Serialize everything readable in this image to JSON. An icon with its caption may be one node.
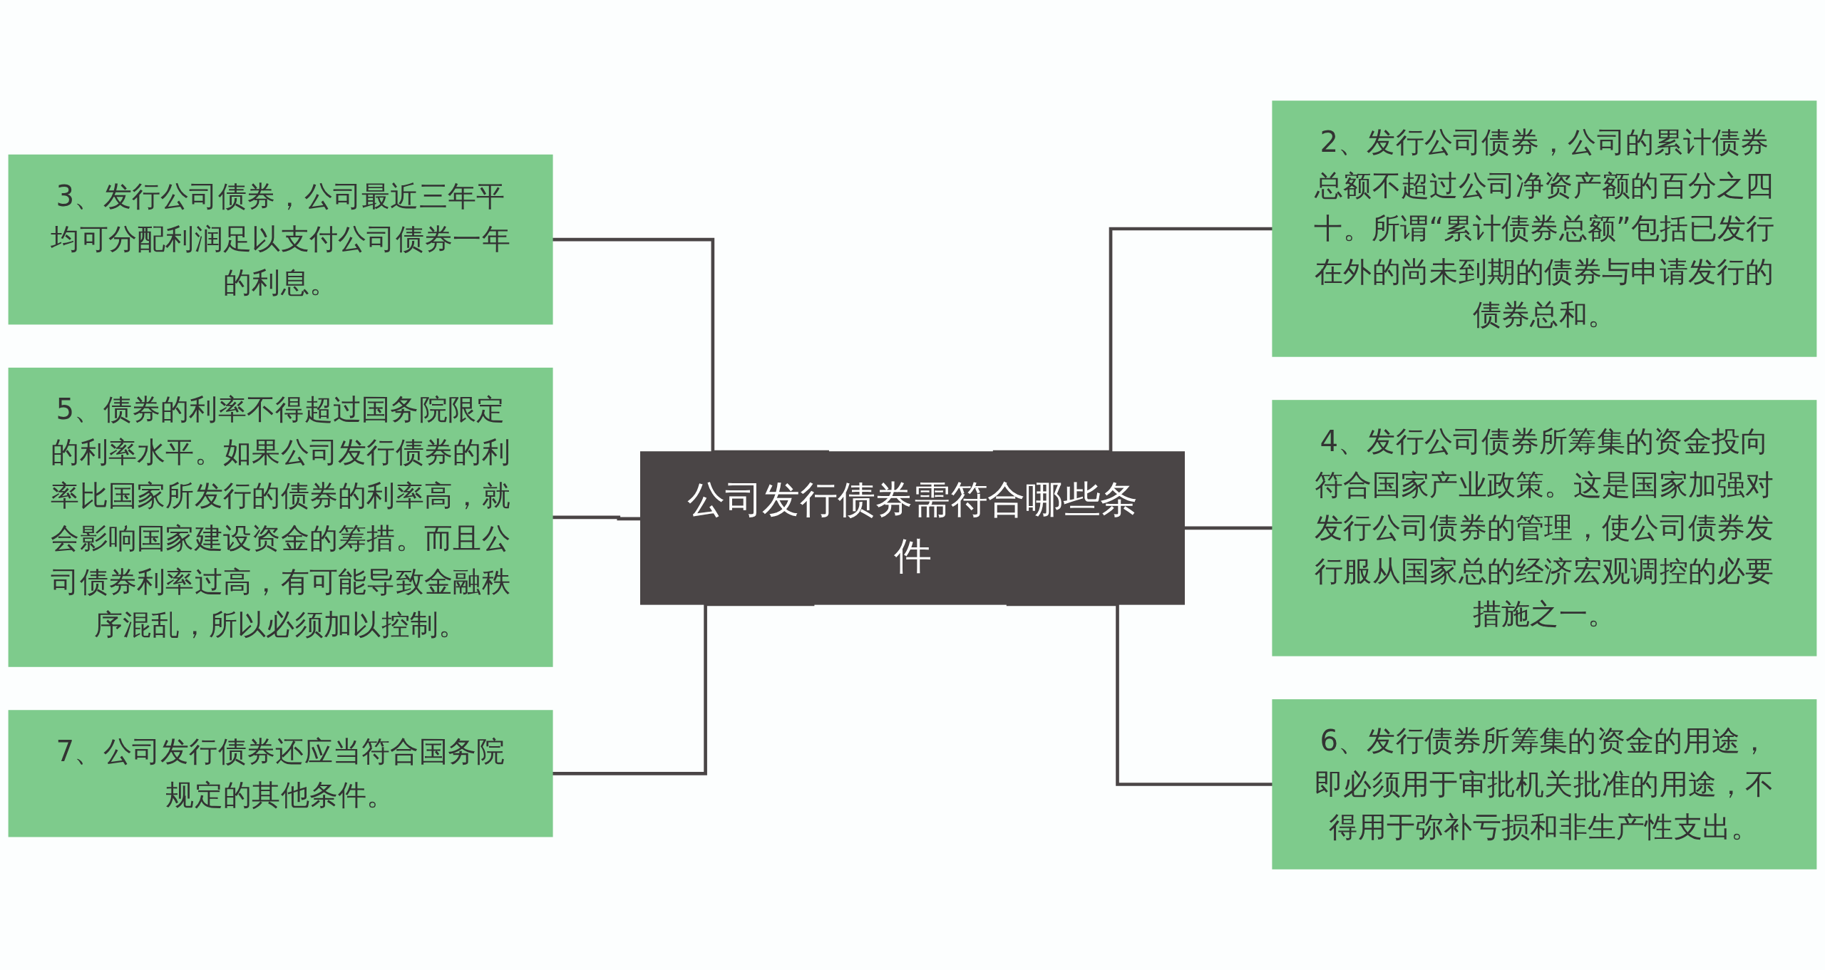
{
  "diagram": {
    "nodes": [
      {
        "text": [
          "公司发行债券需符合哪些条件"
        ]
      },
      {
        "text": [
          "3、发行公司债券，公司最近三年平均可分配利润足以支付公司债券一年的利息。"
        ]
      },
      {
        "text": [
          "5、债券的利率不得超过国务院限定的利率水平。如果公司发行债券的利率比国家所发行的债券的利率高，就会影响国家建设资金的筹措。而且公司债券利率过高，有可能导致金融秩序混乱，所以必须加以控制。"
        ]
      },
      {
        "text": [
          "7、公司发行债券还应当符合国务院规定的其他条件。"
        ]
      },
      {
        "text": [
          "2、发行公司债券，公司的累计债券总额不超过公司净资产额的百分之四十。所谓“累计债券总额”包括已发行在外的尚未到期的债券与申请发行的债券总和。"
        ]
      },
      {
        "text": [
          "4、发行公司债券所筹集的资金投向符合国家产业政策。这是国家加强对发行公司债券的管理，使公司债券发行服从国家总的经济宏观调控的必要措施之一。"
        ]
      },
      {
        "text": [
          "6、发行债券所筹集的资金的用途，即必须用于审批机关批准的用途，不得用于弥补亏损和非生产性支出。"
        ]
      }
    ],
    "edges": [
      {
        "from": 0,
        "to": 1,
        "arrow": "none"
      },
      {
        "from": 0,
        "to": 2,
        "arrow": "none"
      },
      {
        "from": 0,
        "to": 3,
        "arrow": "none"
      },
      {
        "from": 0,
        "to": 4,
        "arrow": "none"
      },
      {
        "from": 0,
        "to": 5,
        "arrow": "none"
      },
      {
        "from": 0,
        "to": 6,
        "arrow": "none"
      }
    ]
  }
}
